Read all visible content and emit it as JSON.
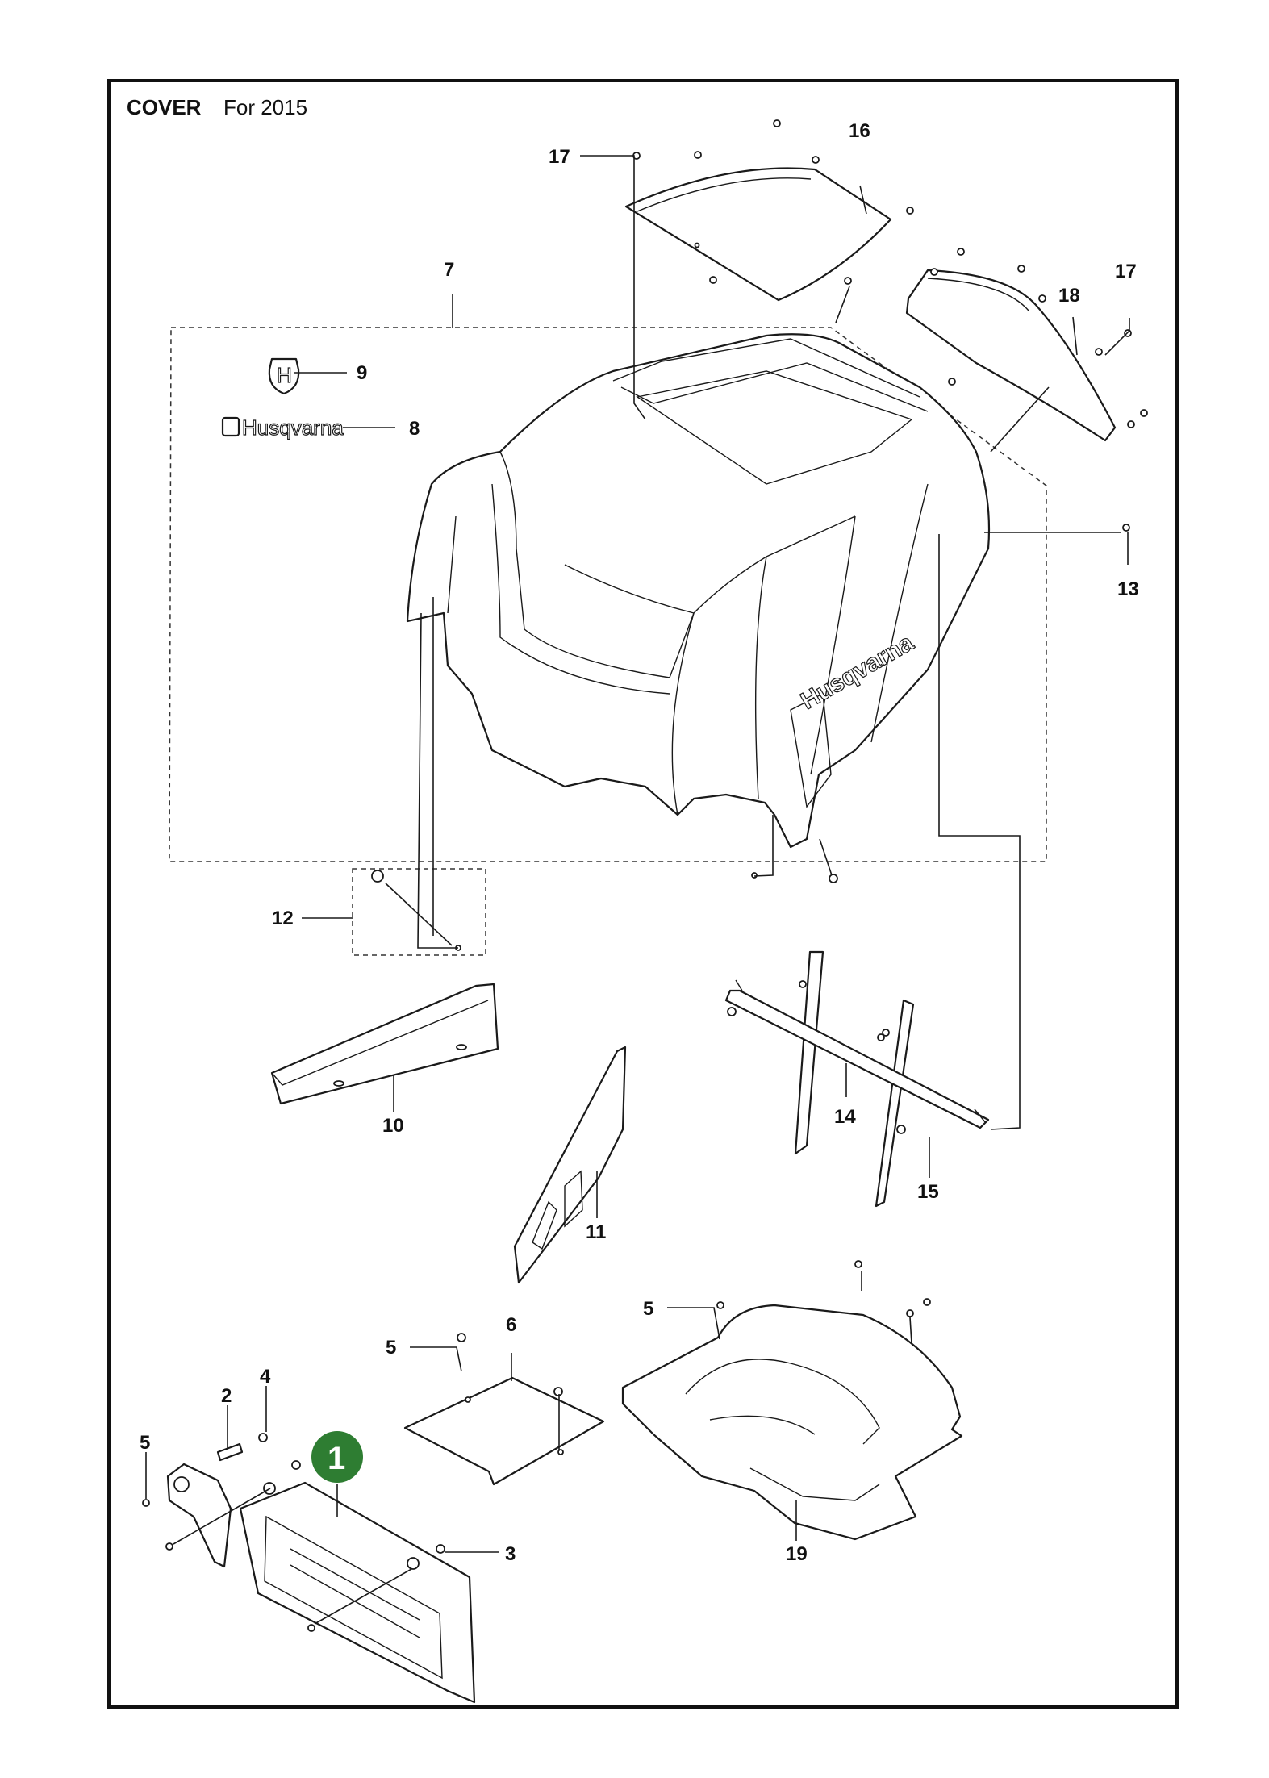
{
  "sheet": {
    "title": "COVER",
    "subtitle": "For 2015"
  },
  "brand": {
    "wordmark": "Husqvarna",
    "mark": "H"
  },
  "callouts": {
    "c1": "1",
    "c2": "2",
    "c3": "3",
    "c4": "4",
    "c5a": "5",
    "c5b": "5",
    "c5c": "5",
    "c6": "6",
    "c7": "7",
    "c8": "8",
    "c9": "9",
    "c10": "10",
    "c11": "11",
    "c12": "12",
    "c13": "13",
    "c14": "14",
    "c15": "15",
    "c16": "16",
    "c17a": "17",
    "c17b": "17",
    "c18": "18",
    "c19": "19"
  },
  "colors": {
    "ink": "#1a1a1a",
    "highlight_badge": "#2e7d32",
    "background": "#ffffff"
  }
}
